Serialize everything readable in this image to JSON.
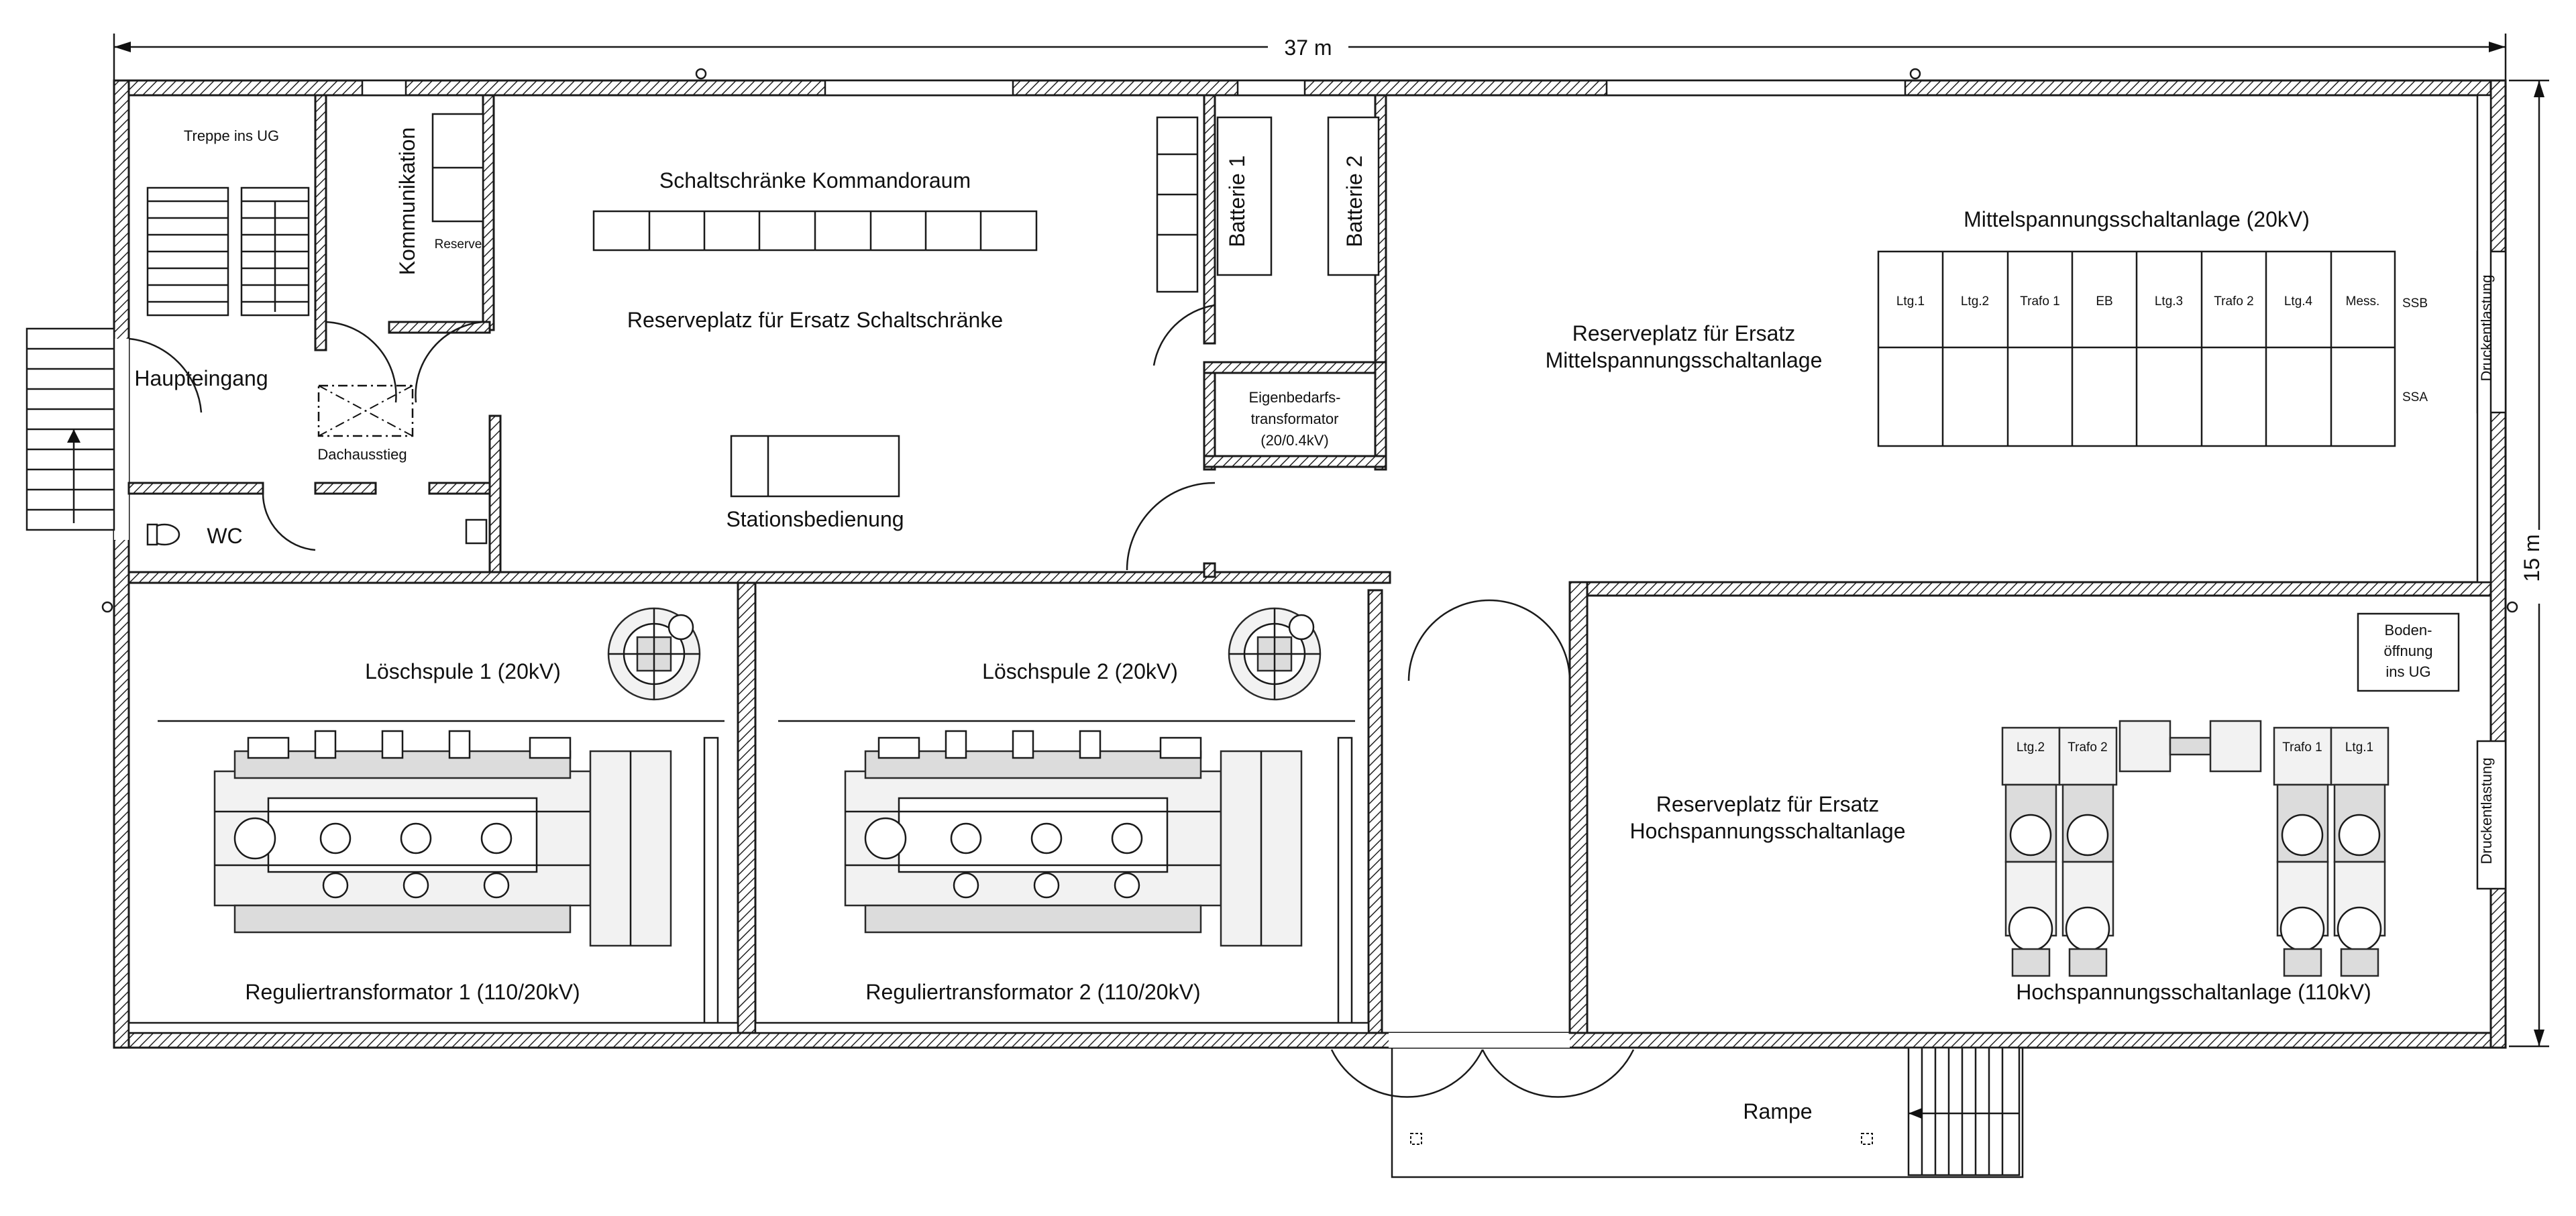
{
  "dimensions": {
    "width_label": "37 m",
    "height_label": "15 m"
  },
  "rooms": {
    "treppe": "Treppe ins UG",
    "kommunikation": "Kommunikation",
    "reserve": "Reserve",
    "haupteingang": "Haupteingang",
    "dachausstieg": "Dachausstieg",
    "wc": "WC",
    "schaltschraenke": "Schaltschränke Kommandoraum",
    "reserveplatz_schalt": "Reserveplatz für Ersatz Schaltschränke",
    "stationsbedienung": "Stationsbedienung",
    "batterie1": "Batterie 1",
    "batterie2": "Batterie 2",
    "eigenbedarf_1": "Eigenbedarfs-",
    "eigenbedarf_2": "transformator",
    "eigenbedarf_3": "(20/0.4kV)",
    "mittelspannung": "Mittelspannungsschaltanlage (20kV)",
    "reserve_ms_1": "Reserveplatz für Ersatz",
    "reserve_ms_2": "Mittelspannungsschaltanlage",
    "druckentlastung_top": "Druckentlastung",
    "druckentlastung_bottom": "Druckentlastung",
    "loeschspule1": "Löschspule 1 (20kV)",
    "loeschspule2": "Löschspule 2 (20kV)",
    "regul1": "Reguliertransformator 1 (110/20kV)",
    "regul2": "Reguliertransformator 2 (110/20kV)",
    "reserve_hs_1": "Reserveplatz für Ersatz",
    "reserve_hs_2": "Hochspannungsschaltanlage",
    "hochspannung": "Hochspannungsschaltanlage (110kV)",
    "boden_1": "Boden-",
    "boden_2": "öffnung",
    "boden_3": "ins UG",
    "rampe": "Rampe"
  },
  "ms_panels": [
    "Ltg.1",
    "Ltg.2",
    "Trafo 1",
    "EB",
    "Ltg.3",
    "Trafo 2",
    "Ltg.4",
    "Mess."
  ],
  "ms_rows": {
    "top": "SSB",
    "bottom": "SSA"
  },
  "hs_bays": {
    "left_1": "Ltg.2",
    "left_2": "Trafo 2",
    "right_1": "Trafo 1",
    "right_2": "Ltg.1"
  }
}
